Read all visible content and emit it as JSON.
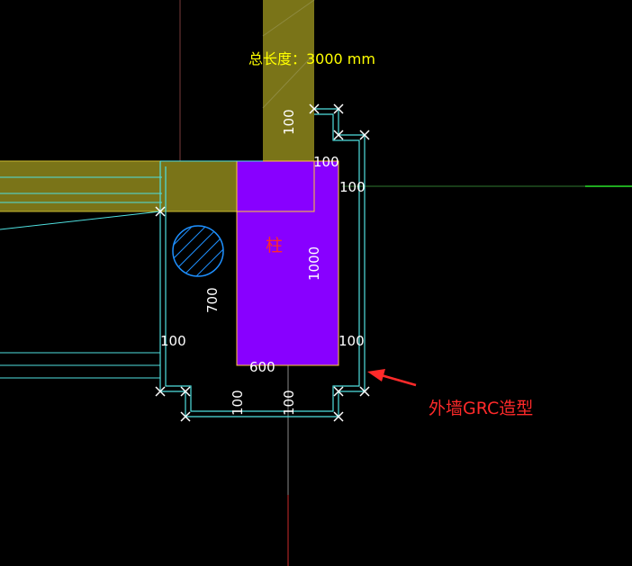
{
  "total_length_label": "总长度：3000 mm",
  "column_label": "柱",
  "annotation": "外墙GRC造型",
  "dims": {
    "top_stub_height": "100",
    "top_stub_width": "100",
    "right_top_offset": "100",
    "column_height": "1000",
    "left_offset": "700",
    "left_wall_thickness": "100",
    "right_wall_thickness": "100",
    "column_width": "600",
    "bottom_left_depth": "100",
    "bottom_right_depth": "100"
  },
  "colors": {
    "background": "#000000",
    "wall_fill": "#7a7418",
    "column_fill": "#8800ff",
    "grc_outline": "#4fe0e0",
    "dimension_text": "#ffffff",
    "total_text": "#ffff00",
    "annotation_text": "#ff2a2a"
  }
}
